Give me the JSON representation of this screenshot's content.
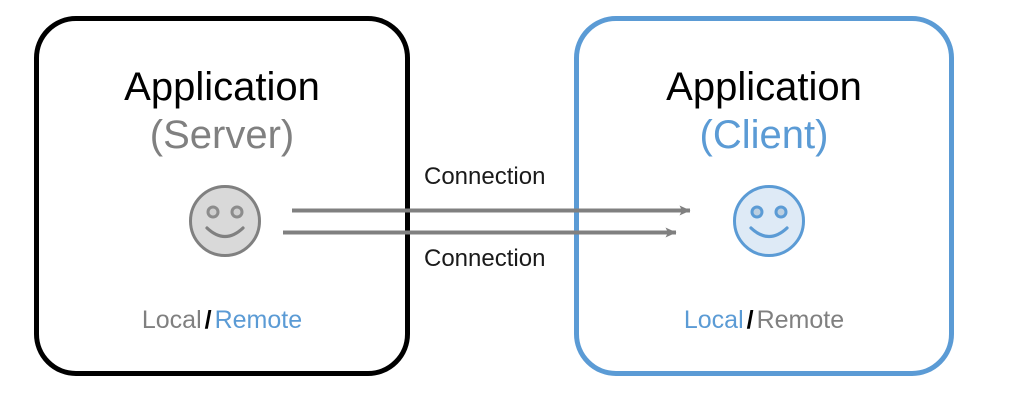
{
  "diagram": {
    "title": "Client-Server Connection Diagram",
    "colors": {
      "black": "#000000",
      "gray": "#808080",
      "blue": "#5B9BD5",
      "blue_fill": "#DEEAF6",
      "gray_fill": "#D9D9D9",
      "arrow_gray": "#808080"
    }
  },
  "server": {
    "title_line1": "Application",
    "title_line2": "(Server)",
    "face_icon": "smiley-face-icon",
    "roles": {
      "local": "Local",
      "separator": "/",
      "remote": "Remote"
    }
  },
  "client": {
    "title_line1": "Application",
    "title_line2": "(Client)",
    "face_icon": "smiley-face-icon",
    "roles": {
      "local": "Local",
      "separator": "/",
      "remote": "Remote"
    }
  },
  "connections": {
    "top_label": "Connection",
    "bottom_label": "Connection",
    "top_direction": "right-to-left",
    "bottom_direction": "left-to-right"
  }
}
